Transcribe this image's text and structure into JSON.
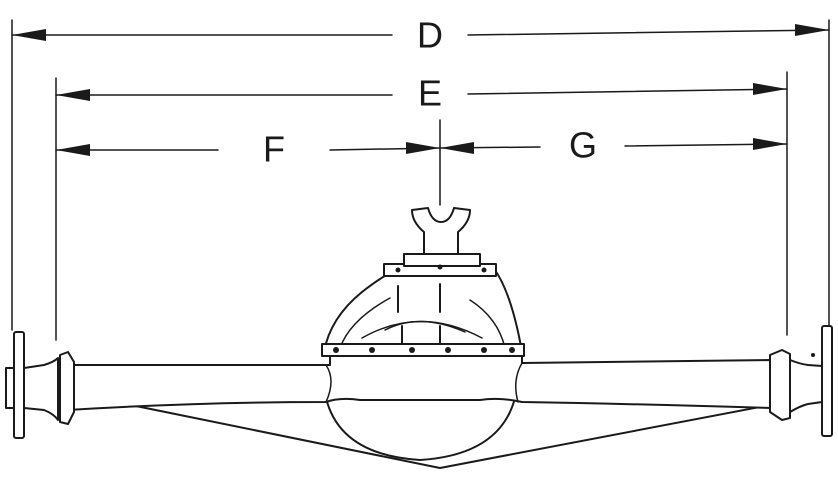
{
  "dimensions": [
    {
      "id": "d",
      "label": "D"
    },
    {
      "id": "e",
      "label": "E"
    },
    {
      "id": "f",
      "label": "F"
    },
    {
      "id": "g",
      "label": "G"
    }
  ],
  "colors": {
    "line": "#1a1a1a",
    "background": "#ffffff"
  }
}
